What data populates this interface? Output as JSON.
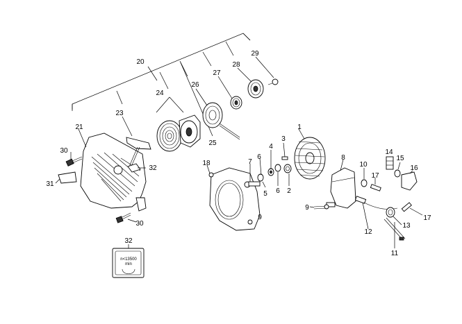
{
  "diagram": {
    "callouts": [
      {
        "id": "c1",
        "text": "1"
      },
      {
        "id": "c2",
        "text": "2"
      },
      {
        "id": "c3",
        "text": "3"
      },
      {
        "id": "c4",
        "text": "4"
      },
      {
        "id": "c5",
        "text": "5"
      },
      {
        "id": "c6a",
        "text": "6"
      },
      {
        "id": "c6b",
        "text": "6"
      },
      {
        "id": "c7",
        "text": "7"
      },
      {
        "id": "c8",
        "text": "8"
      },
      {
        "id": "c9a",
        "text": "9"
      },
      {
        "id": "c9b",
        "text": "9"
      },
      {
        "id": "c10",
        "text": "10"
      },
      {
        "id": "c11",
        "text": "11"
      },
      {
        "id": "c12",
        "text": "12"
      },
      {
        "id": "c13",
        "text": "13"
      },
      {
        "id": "c14",
        "text": "14"
      },
      {
        "id": "c15",
        "text": "15"
      },
      {
        "id": "c16",
        "text": "16"
      },
      {
        "id": "c17a",
        "text": "17"
      },
      {
        "id": "c17b",
        "text": "17"
      },
      {
        "id": "c18",
        "text": "18"
      },
      {
        "id": "c20",
        "text": "20"
      },
      {
        "id": "c21",
        "text": "21"
      },
      {
        "id": "c23",
        "text": "23"
      },
      {
        "id": "c24",
        "text": "24"
      },
      {
        "id": "c25",
        "text": "25"
      },
      {
        "id": "c26",
        "text": "26"
      },
      {
        "id": "c27",
        "text": "27"
      },
      {
        "id": "c28",
        "text": "28"
      },
      {
        "id": "c29",
        "text": "29"
      },
      {
        "id": "c30a",
        "text": "30"
      },
      {
        "id": "c30b",
        "text": "30"
      },
      {
        "id": "c31",
        "text": "31"
      },
      {
        "id": "c32a",
        "text": "32"
      },
      {
        "id": "c32b",
        "text": "32"
      }
    ],
    "label_badge": {
      "line1": "n<13500",
      "line2": "min"
    }
  }
}
